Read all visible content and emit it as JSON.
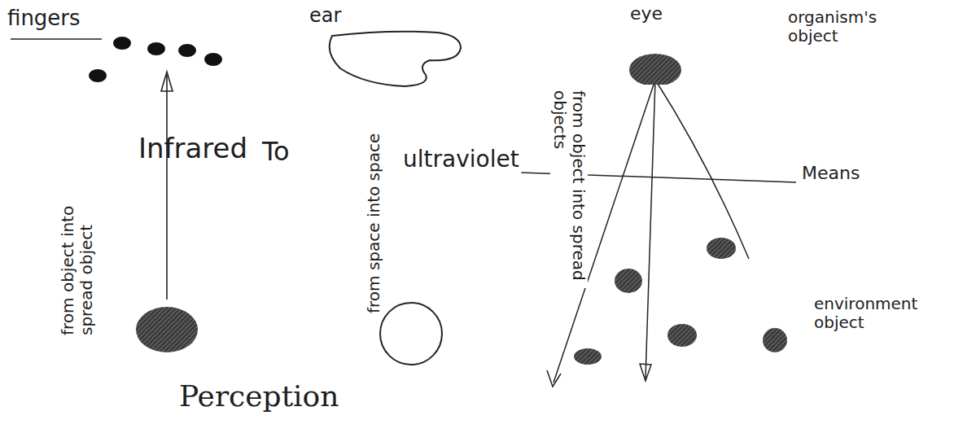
{
  "diagram": {
    "caption": "Perception",
    "nodes": [
      {
        "text": [
          "fingers"
        ]
      },
      {
        "text": [
          "ear"
        ]
      },
      {
        "text": [
          "eye"
        ]
      }
    ],
    "labels": [
      "Infrared",
      "To",
      "ultraviolet",
      "Means",
      "organism's object",
      "environment object",
      "from object into spread object",
      "from space into space",
      "from object into spread objects"
    ]
  }
}
